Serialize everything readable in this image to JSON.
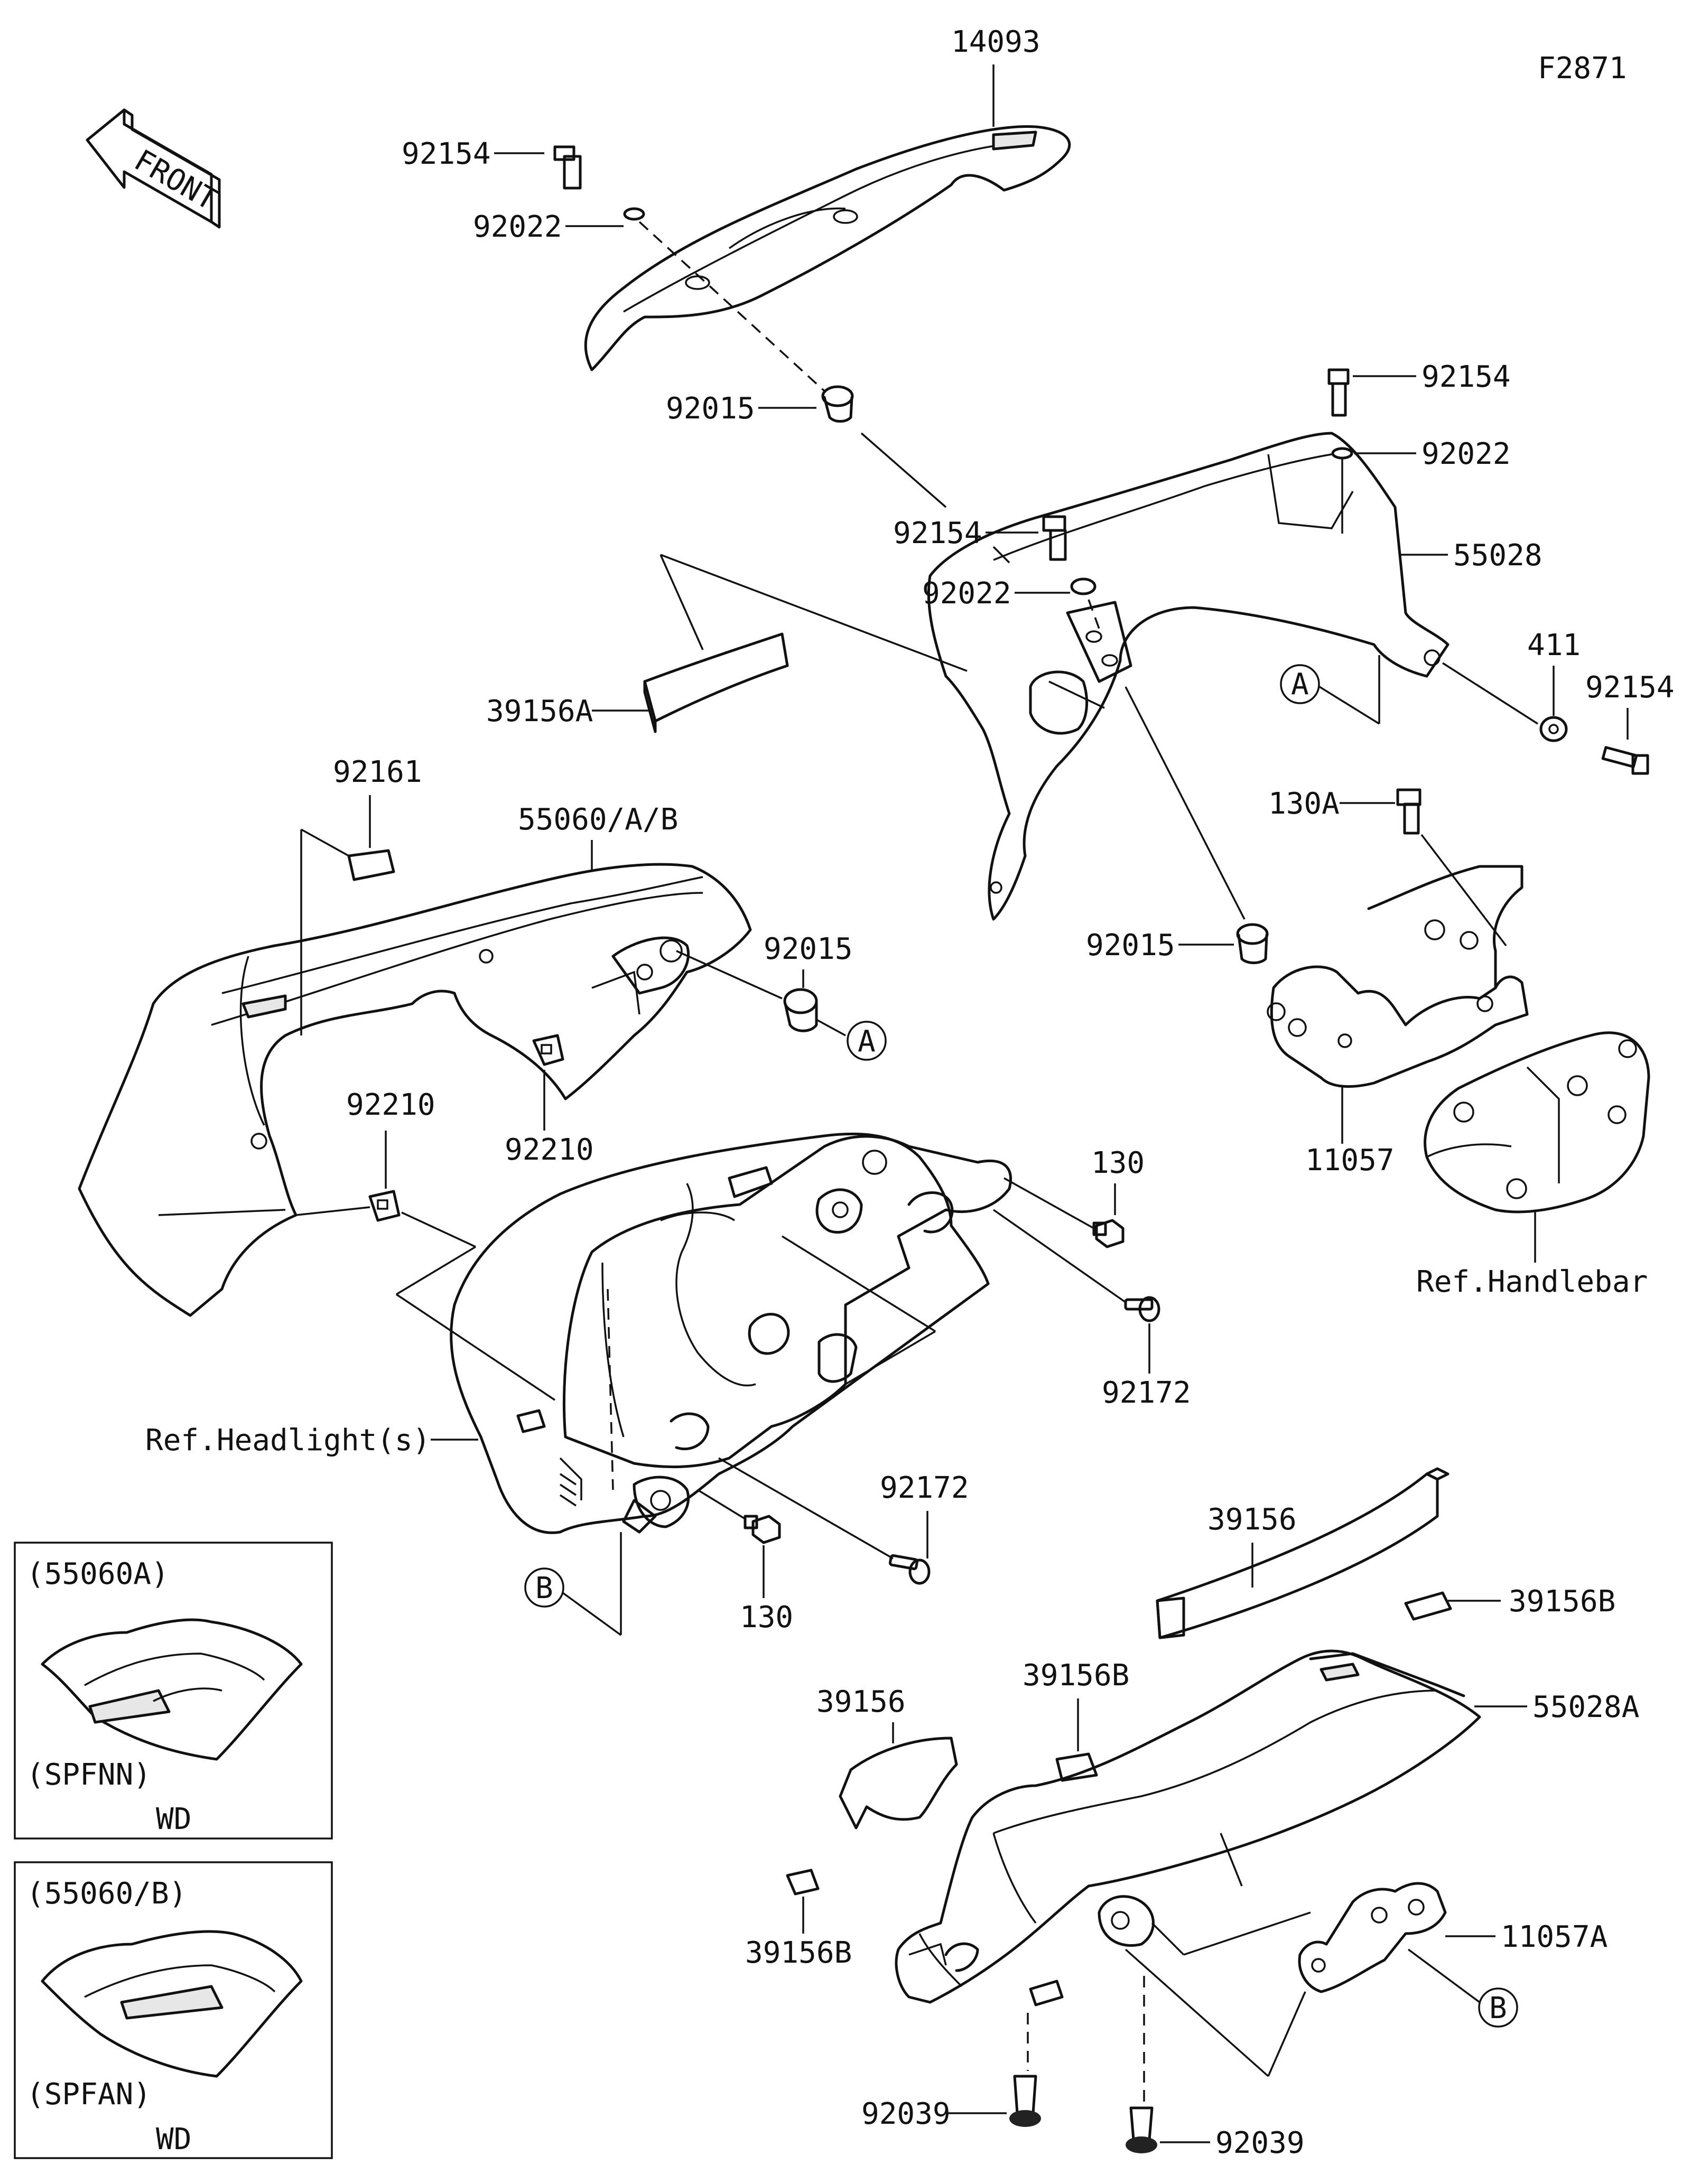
{
  "figure_code": "F2871",
  "front_label": "FRONT",
  "parts": {
    "p14093": "14093",
    "p92154_top": "92154",
    "p92022_top": "92022",
    "p92015_top": "92015",
    "p92154_r1": "92154",
    "p92022_r1": "92022",
    "p92154_mid": "92154",
    "p92022_mid": "92022",
    "p55028": "55028",
    "p411": "411",
    "p92154_r2": "92154",
    "p39156A": "39156A",
    "pA_top": "A",
    "p130A": "130A",
    "p92015_mid": "92015",
    "p11057": "11057",
    "p_ref_handlebar": "Ref.Handlebar",
    "p92161": "92161",
    "p55060": "55060/A/B",
    "p92015_left": "92015",
    "pA_left": "A",
    "p92210_mid": "92210",
    "p92210_left": "92210",
    "p130_top": "130",
    "p92172_top": "92172",
    "p_ref_headlight": "Ref.Headlight(s)",
    "p92172_bot": "92172",
    "p130_bot": "130",
    "pB_left": "B",
    "p39156_mid": "39156",
    "p39156B_r": "39156B",
    "p39156B_mid": "39156B",
    "p39156_left": "39156",
    "p55028A": "55028A",
    "p39156B_left": "39156B",
    "p11057A": "11057A",
    "pB_right": "B",
    "p92039_left": "92039",
    "p92039_right": "92039"
  },
  "insets": [
    {
      "code": "(55060A)",
      "variant": "(SPFNN)",
      "market": "WD"
    },
    {
      "code": "(55060/B)",
      "variant": "(SPFAN)",
      "market": "WD"
    }
  ]
}
